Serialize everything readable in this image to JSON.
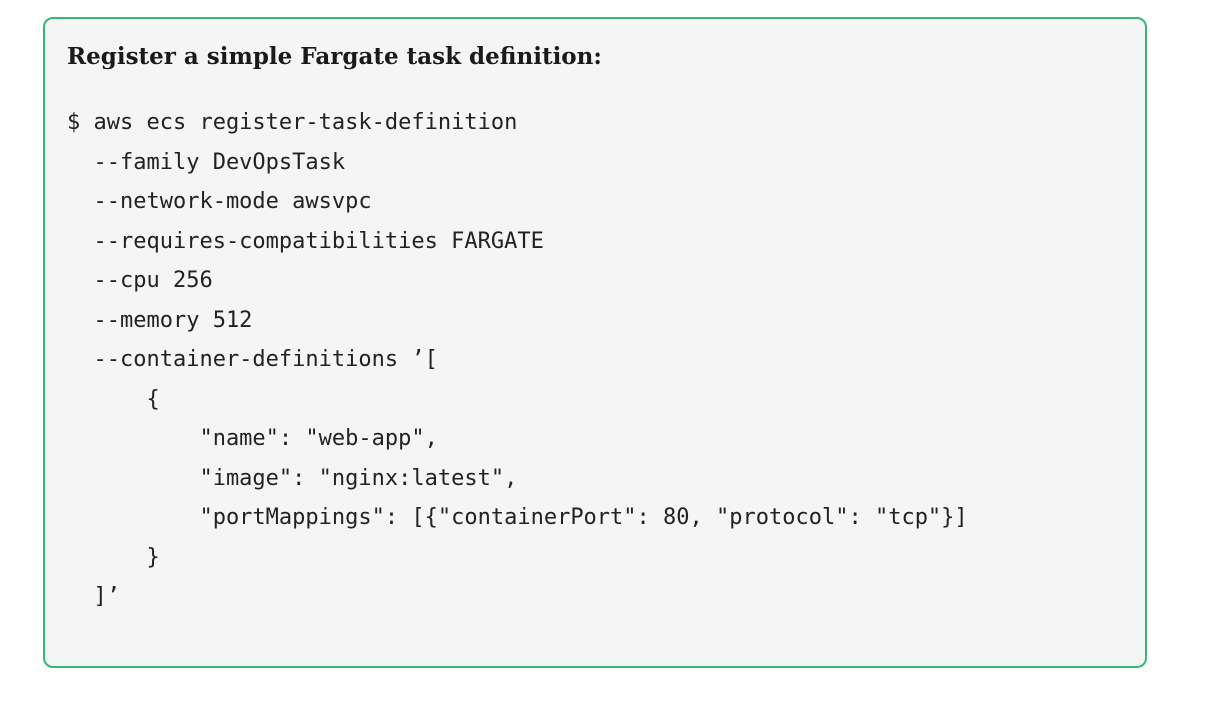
{
  "document": {
    "title": "Register a simple Fargate task definition:",
    "code_lines": [
      "$ aws ecs register-task-definition",
      "  --family DevOpsTask",
      "  --network-mode awsvpc",
      "  --requires-compatibilities FARGATE",
      "  --cpu 256",
      "  --memory 512",
      "  --container-definitions ’[",
      "      {",
      "          \"name\": \"web-app\",",
      "          \"image\": \"nginx:latest\",",
      "          \"portMappings\": [{\"containerPort\": 80, \"protocol\": \"tcp\"}]",
      "      }",
      "  ]’"
    ]
  },
  "colors": {
    "border": "#34b877",
    "background": "#f5f5f5",
    "text": "#222222"
  }
}
